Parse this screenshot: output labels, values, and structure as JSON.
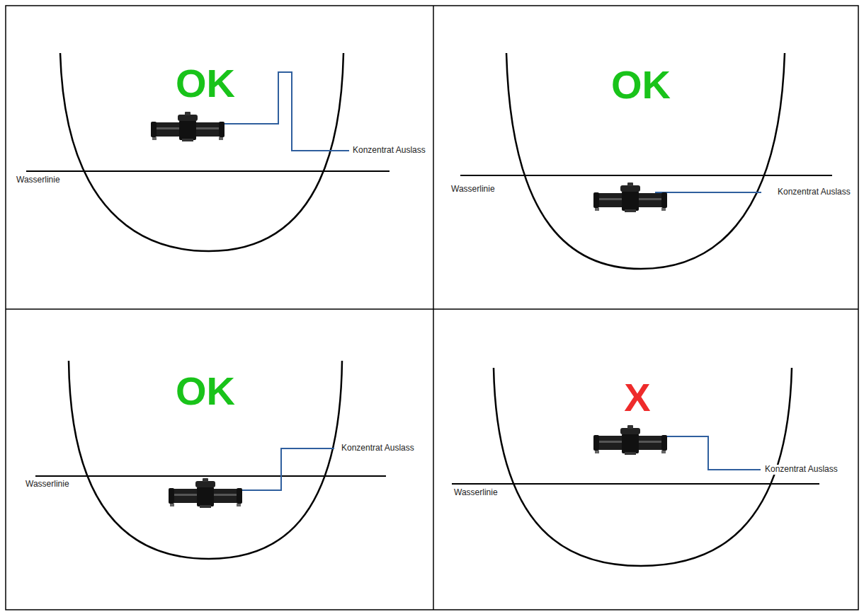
{
  "diagram": {
    "labels": [
      "OK",
      "Konzentrat Auslass",
      "Wasserlinie",
      "OK",
      "Wasserlinie",
      "Konzentrat Auslass",
      "OK",
      "Konzentrat Auslass",
      "Wasserlinie",
      "X",
      "Konzentrat Auslass",
      "Wasserlinie"
    ]
  }
}
